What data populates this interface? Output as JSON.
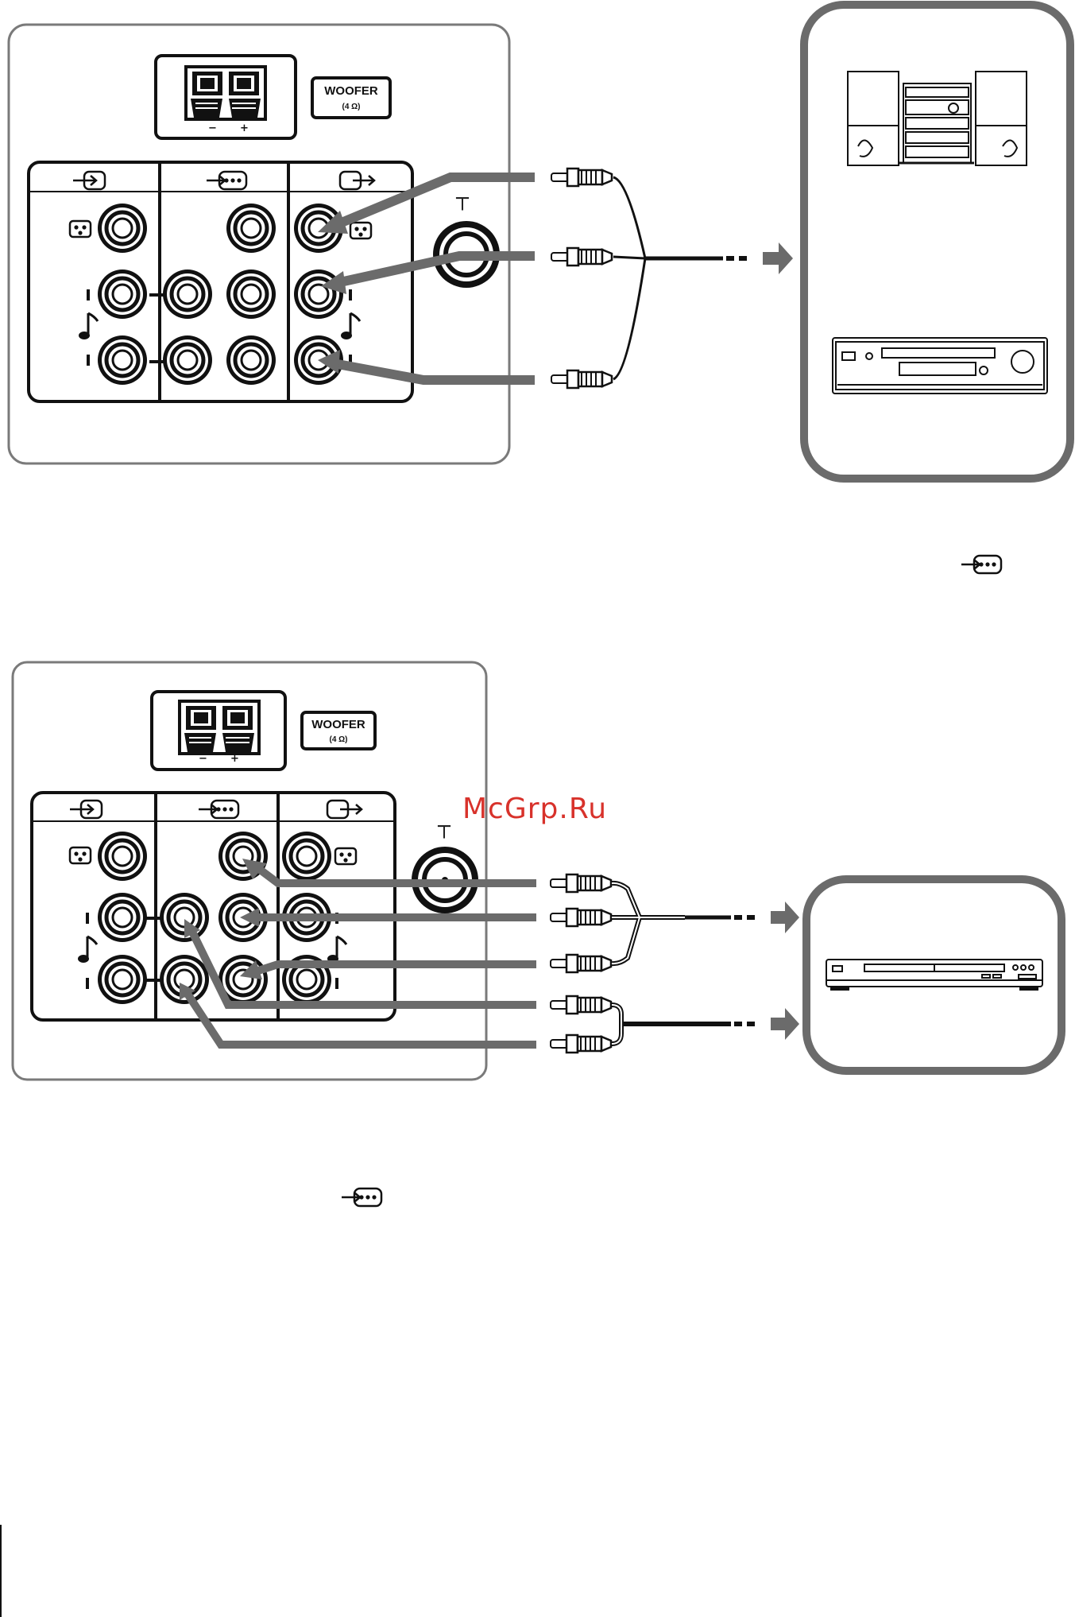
{
  "watermark": "McGrp.Ru",
  "diagram1": {
    "woofer": {
      "label": "WOOFER",
      "impedance": "(4 Ω)",
      "minus": "−",
      "plus": "+"
    },
    "antenna_symbol": "┬"
  },
  "diagram2": {
    "woofer": {
      "label": "WOOFER",
      "impedance": "(4 Ω)",
      "minus": "−",
      "plus": "+"
    },
    "antenna_symbol": "┬"
  },
  "icons": {
    "input": "input-icon",
    "component_input": "component-input-icon",
    "output": "output-icon",
    "video": "video-jack-icon",
    "audio": "audio-note-icon"
  },
  "colors": {
    "cable_gray": "#6b6b6b",
    "frame": "#7a7a7a",
    "watermark": "#d8322b"
  }
}
